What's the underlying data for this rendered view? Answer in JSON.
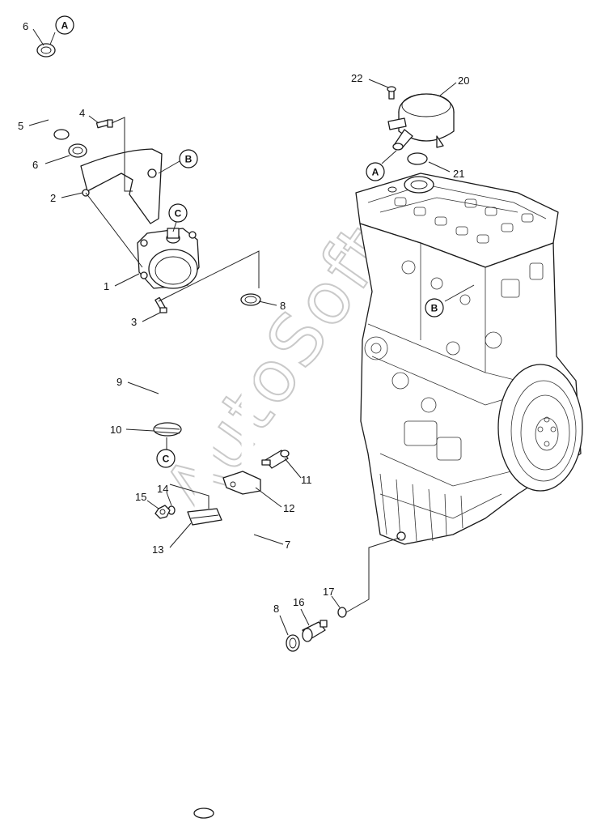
{
  "diagram": {
    "watermark": "AutoSoft",
    "parts": [
      {
        "id": "p1",
        "label": "1"
      },
      {
        "id": "p2",
        "label": "2"
      },
      {
        "id": "p3",
        "label": "3"
      },
      {
        "id": "p4",
        "label": "4"
      },
      {
        "id": "p5",
        "label": "5"
      },
      {
        "id": "p6a",
        "label": "6"
      },
      {
        "id": "p6b",
        "label": "6"
      },
      {
        "id": "p7",
        "label": "7"
      },
      {
        "id": "p8a",
        "label": "8"
      },
      {
        "id": "p8b",
        "label": "8"
      },
      {
        "id": "p9",
        "label": "9"
      },
      {
        "id": "p10",
        "label": "10"
      },
      {
        "id": "p11",
        "label": "11"
      },
      {
        "id": "p12",
        "label": "12"
      },
      {
        "id": "p13",
        "label": "13"
      },
      {
        "id": "p14",
        "label": "14"
      },
      {
        "id": "p15",
        "label": "15"
      },
      {
        "id": "p16",
        "label": "16"
      },
      {
        "id": "p17",
        "label": "17"
      },
      {
        "id": "p20",
        "label": "20"
      },
      {
        "id": "p21",
        "label": "21"
      },
      {
        "id": "p22",
        "label": "22"
      }
    ],
    "callouts": [
      {
        "id": "cA1",
        "label": "A"
      },
      {
        "id": "cB1",
        "label": "B"
      },
      {
        "id": "cC1",
        "label": "C"
      },
      {
        "id": "cC2",
        "label": "C"
      },
      {
        "id": "cA2",
        "label": "A"
      },
      {
        "id": "cB2",
        "label": "B"
      }
    ]
  }
}
